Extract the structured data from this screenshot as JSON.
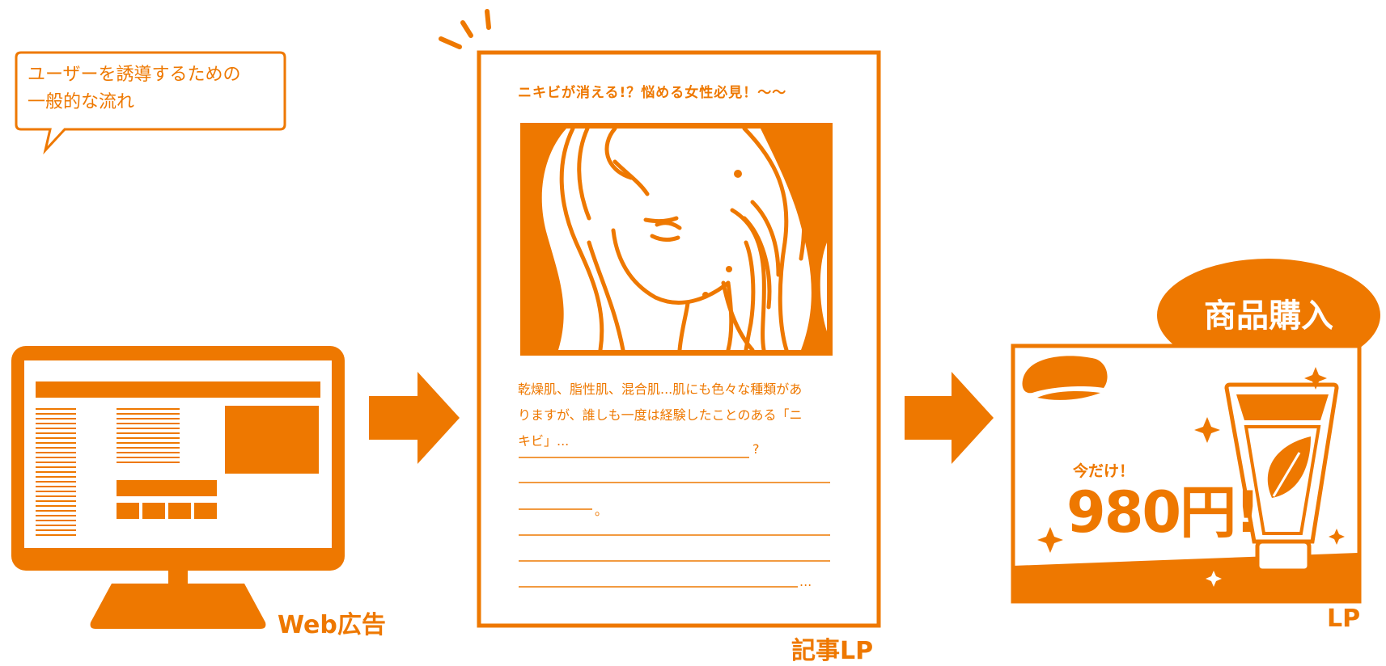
{
  "bubble": {
    "text_line1": "ユーザーを誘導するための",
    "text_line2": "一般的な流れ"
  },
  "stages": {
    "web_ad": {
      "label": "Web広告"
    },
    "article_lp": {
      "label": "記事LP",
      "headline": "ニキビが消える!？悩める女性必見！〜〜",
      "body_line1": "乾燥肌、脂性肌、混合肌...肌にも色々な種類があ",
      "body_line2": "りますが、誰しも一度は経験したことのある「ニ",
      "body_line3": "キビ」...",
      "question_mark": "?",
      "period_mark": "。",
      "ellipsis_mark": "..."
    },
    "lp": {
      "label": "LP",
      "badge": "商品購入",
      "promo_small": "今だけ！",
      "promo_big": "980円!"
    }
  },
  "colors": {
    "accent": "#ee7800",
    "background": "#ffffff"
  },
  "icons": [
    "speech-bubble-icon",
    "monitor-icon",
    "arrow-right-icon",
    "woman-illustration-icon",
    "cream-tube-icon",
    "sparkle-icon",
    "leaf-icon"
  ]
}
